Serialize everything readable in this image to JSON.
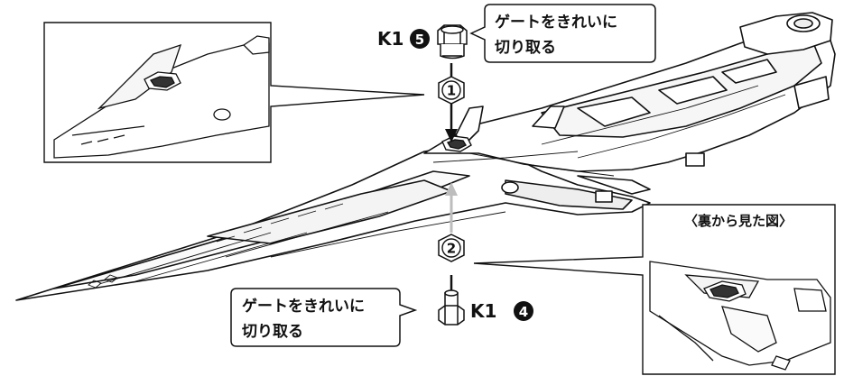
{
  "steps": {
    "step1": "1",
    "step2": "2"
  },
  "parts": {
    "top": {
      "ref": "K1",
      "num": "5"
    },
    "bottom": {
      "ref": "K1",
      "num": "4"
    }
  },
  "callouts": {
    "top": {
      "line1": "ゲートをきれいに",
      "line2": "切り取る"
    },
    "bottom": {
      "line1": "ゲートをきれいに",
      "line2": "切り取る"
    }
  },
  "insets": {
    "right_title": "〈裏から見た図〉"
  },
  "colors": {
    "line": "#111111",
    "insert_arrow_top": "#111111",
    "insert_arrow_bottom": "#bdbdbd"
  }
}
